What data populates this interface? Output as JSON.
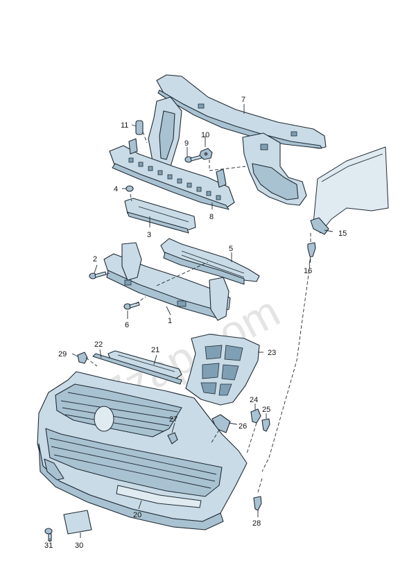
{
  "watermark": "7zap.com",
  "callouts": {
    "n1": "1",
    "n2": "2",
    "n3": "3",
    "n4": "4",
    "n5": "5",
    "n6": "6",
    "n7": "7",
    "n8": "8",
    "n9": "9",
    "n10": "10",
    "n11": "11",
    "n15": "15",
    "n16": "16",
    "n20": "20",
    "n21": "21",
    "n22": "22",
    "n23": "23",
    "n24": "24",
    "n25": "25",
    "n26": "26",
    "n27": "27",
    "n28": "28",
    "n29": "29",
    "n30": "30",
    "n31": "31"
  }
}
